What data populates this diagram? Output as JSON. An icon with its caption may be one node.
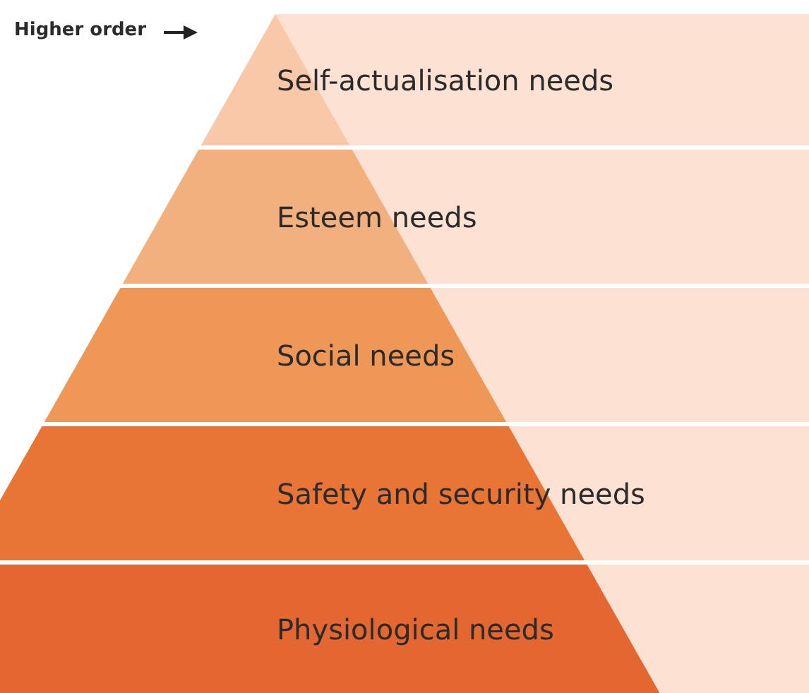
{
  "diagram": {
    "nodes": [
      {
        "text": [
          "Self-actualisation needs"
        ]
      },
      {
        "text": [
          "Esteem needs"
        ]
      },
      {
        "text": [
          "Social needs"
        ]
      },
      {
        "text": [
          "Safety and security needs"
        ]
      },
      {
        "text": [
          "Physiological needs"
        ]
      }
    ],
    "labels": [
      "Higher order"
    ]
  }
}
